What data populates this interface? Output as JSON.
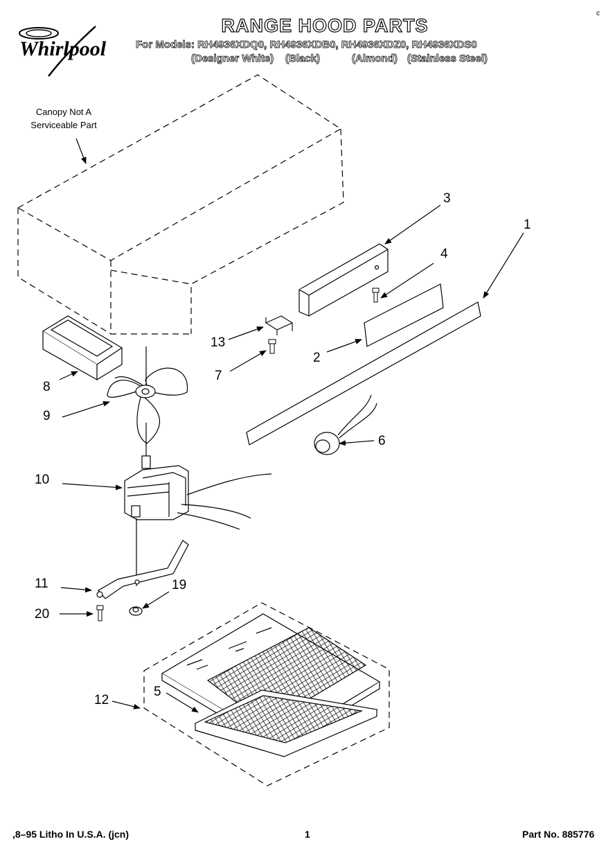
{
  "header": {
    "brand": "Whirlpool",
    "title": "RANGE HOOD PARTS",
    "models_line": "For Models: RH4936XDQ0, RH4936XDB0, RH4936XDZ0, RH4936XDS0",
    "finishes": [
      "(Designer White)",
      "(Black)",
      "(Almond)",
      "(Stainless Steel)"
    ]
  },
  "note": {
    "line1": "Canopy Not A",
    "line2": "Serviceable Part"
  },
  "callouts": {
    "c1": "1",
    "c2": "2",
    "c3": "3",
    "c4": "4",
    "c5": "5",
    "c6": "6",
    "c7": "7",
    "c8": "8",
    "c9": "9",
    "c10": "10",
    "c11": "11",
    "c12": "12",
    "c13": "13",
    "c19": "19",
    "c20": "20"
  },
  "footer": {
    "left": ",8–95 Litho In U.S.A. (jcn)",
    "page": "1",
    "part": "Part No. 885776"
  },
  "corner_mark": "c"
}
